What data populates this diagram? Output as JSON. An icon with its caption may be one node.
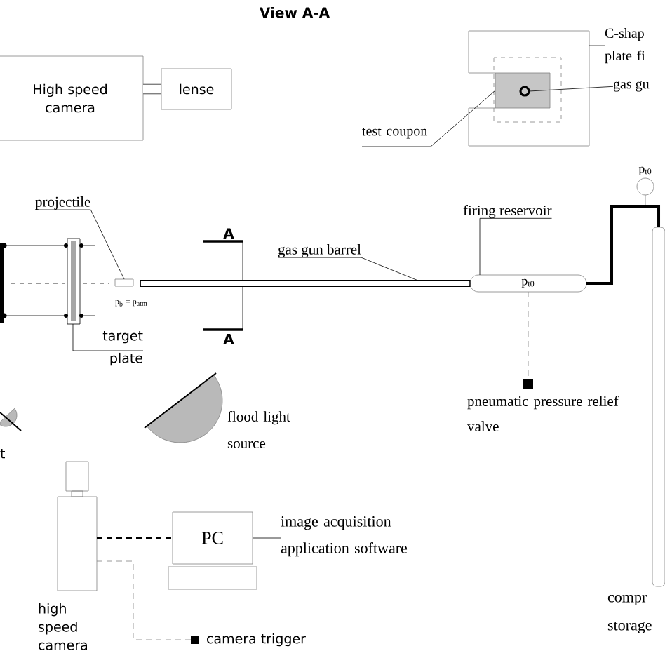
{
  "diagram": {
    "title": "View A-A",
    "nodes": [
      {
        "text": [
          "High speed camera"
        ]
      },
      {
        "text": [
          "lense"
        ]
      },
      {
        "text": [],
        "shape": "box"
      },
      {
        "text": [],
        "shape": "box",
        "in": 2
      },
      {
        "text": [],
        "shape": "circle",
        "in": 3
      },
      {
        "text": [
          "C-shap plate fi"
        ]
      },
      {
        "text": [
          "gas gu"
        ]
      },
      {
        "text": [
          "test coupon"
        ]
      },
      {
        "text": [
          "projectile"
        ]
      },
      {
        "text": [],
        "shape": "box"
      },
      {
        "text": [],
        "shape": "box"
      },
      {
        "text": [
          "target plate"
        ]
      },
      {
        "text": [],
        "shape": "bar"
      },
      {
        "text": [
          "gas gun barrel"
        ]
      },
      {
        "text": [
          "p$_{t0}$"
        ]
      },
      {
        "text": [
          "firing reservoir"
        ]
      },
      {
        "text": [],
        "shape": "circle",
        "beside": [
          "p$_{t0}$"
        ]
      },
      {
        "text": [
          "compr storage"
        ]
      },
      {
        "text": [],
        "shape": "box",
        "beside": [
          "pneumatic pressure relief valve"
        ]
      },
      {
        "text": [
          "high speed camera"
        ]
      },
      {
        "text": [
          "PC"
        ]
      },
      {
        "text": [],
        "shape": "box",
        "beside": [
          "camera trigger"
        ]
      },
      {
        "text": [
          "image acquisition application software"
        ]
      }
    ],
    "edges": [
      {
        "from": 0,
        "to": 1,
        "arrow": "none",
        "style": "thick",
        "color": "#808080"
      },
      {
        "from": 5,
        "to": 2,
        "arrow": "none"
      },
      {
        "from": 6,
        "to": 4,
        "arrow": "none"
      },
      {
        "from": 7,
        "to": 3,
        "arrow": "none"
      },
      {
        "from": 8,
        "to": 10,
        "arrow": "none"
      },
      {
        "from": 11,
        "to": 9,
        "arrow": "none"
      },
      {
        "from": 13,
        "to": 12,
        "arrow": "none"
      },
      {
        "from": 15,
        "to": 14,
        "arrow": "none"
      },
      {
        "from": 14,
        "to": 17,
        "arrow": "none",
        "style": "thick"
      },
      {
        "from": 14,
        "to": 18,
        "arrow": "none",
        "style": "dashed",
        "color": "#808080"
      },
      {
        "from": 19,
        "to": 20,
        "arrow": "none",
        "style": "dashed"
      },
      {
        "from": 19,
        "to": 21,
        "arrow": "none",
        "style": "dashed",
        "color": "#808080"
      },
      {
        "from": 20,
        "to": 22,
        "arrow": "none"
      }
    ],
    "labels": [
      "A",
      "A",
      "p$_{b}$ = p$_{atm}$",
      "flood light source",
      "t"
    ]
  }
}
